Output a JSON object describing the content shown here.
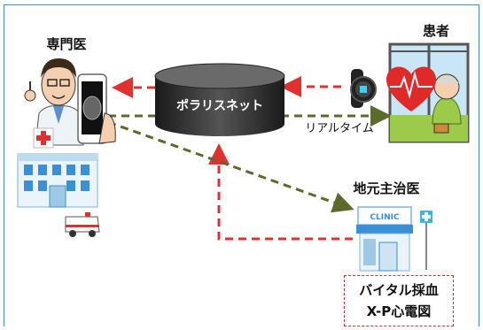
{
  "nodes": {
    "specialist": {
      "label": "専門医"
    },
    "patient": {
      "label": "患者"
    },
    "local_doctor": {
      "label": "地元主治医",
      "clinic_sign": "CLINIC"
    },
    "network": {
      "label": "ポラリスネット"
    },
    "realtime": {
      "label": "リアルタイム"
    },
    "vitals": {
      "line1": "バイタル採血",
      "line2": "X-P心電図"
    }
  },
  "colors": {
    "frame": "#3a8fd8",
    "red_arrow": "#e03030",
    "green_arrow": "#5a6b2a",
    "cylinder": "#333333"
  }
}
